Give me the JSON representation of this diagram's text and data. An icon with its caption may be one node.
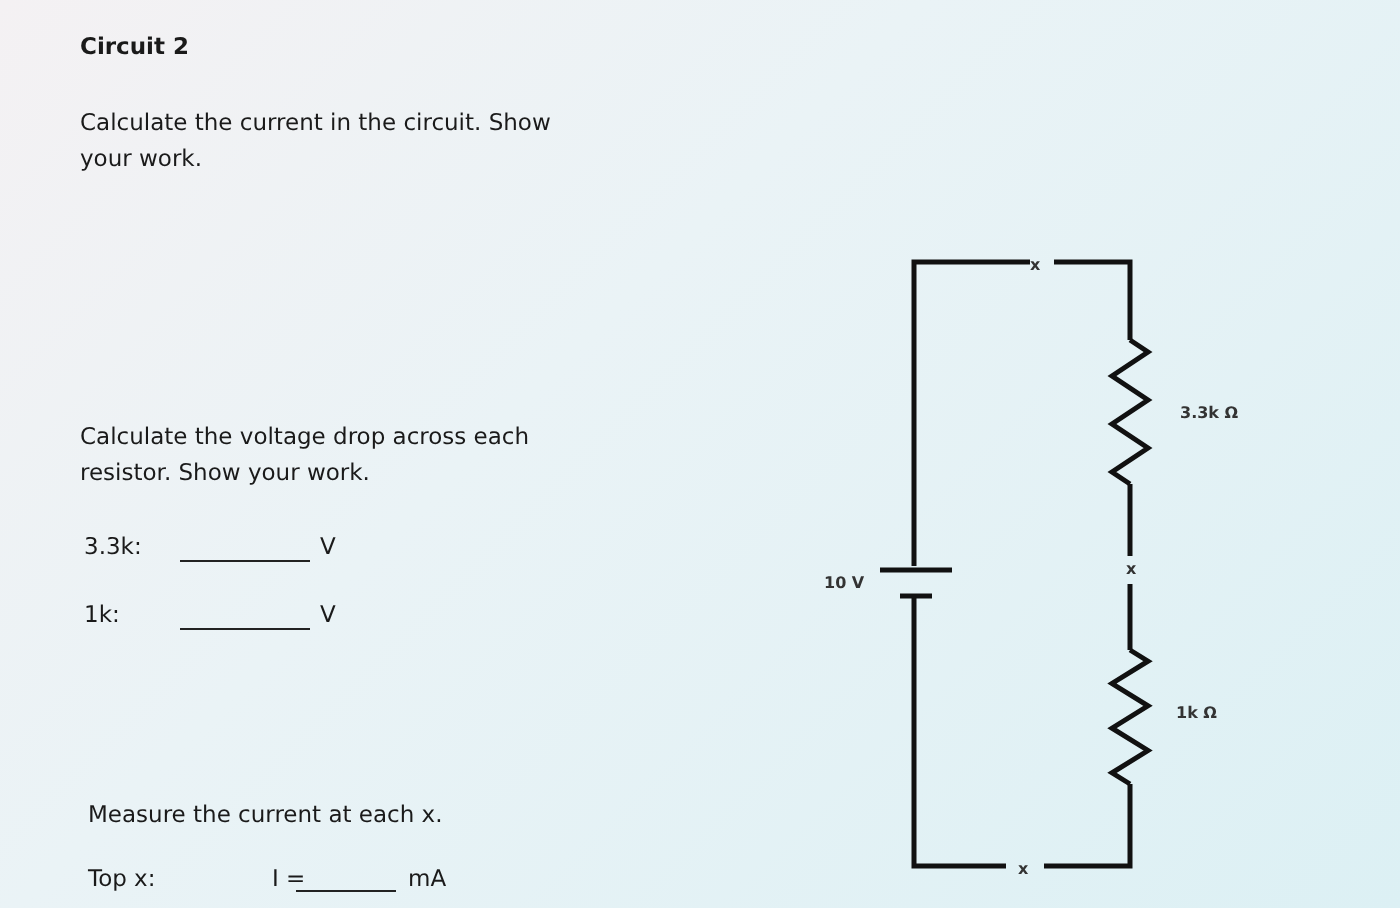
{
  "diagram": {
    "title": "Circuit 2",
    "labels": [
      "Calculate the current in the circuit. Show your work.",
      "Calculate the voltage drop across each resistor. Show your work.",
      "3.3k:",
      "V",
      "1k:",
      "V",
      "Measure the current at each x.",
      "Top x:",
      "I =",
      "mA",
      "x",
      "3.3k Ω",
      "10 V",
      "x",
      "1k Ω",
      "x"
    ]
  }
}
